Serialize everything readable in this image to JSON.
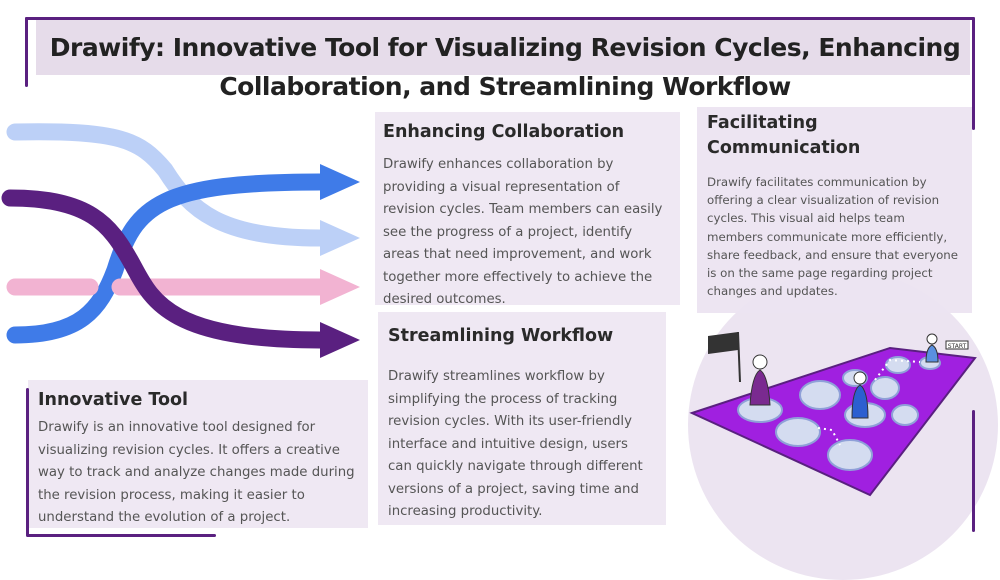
{
  "title": "Drawify: Innovative Tool for Visualizing Revision Cycles, Enhancing Collaboration, and Streamlining Workflow",
  "sections": {
    "collaboration": {
      "heading": "Enhancing Collaboration",
      "body": "Drawify enhances collaboration by providing a visual representation of revision cycles. Team members can easily see the progress of a project, identify areas that need improvement, and work together more effectively to achieve the desired outcomes."
    },
    "communication": {
      "heading": "Facilitating Communication",
      "body": "Drawify facilitates communication by offering a clear visualization of revision cycles. This visual aid helps team members communicate more efficiently, share feedback, and ensure that everyone is on the same page regarding project changes and updates."
    },
    "workflow": {
      "heading": "Streamlining Workflow",
      "body": "Drawify streamlines workflow by simplifying the process of tracking revision cycles. With its user-friendly interface and intuitive design, users can quickly navigate through different versions of a project, saving time and increasing productivity."
    },
    "innovative": {
      "heading": "Innovative Tool",
      "body": "Drawify is an innovative tool designed for visualizing revision cycles. It offers a creative way to track and analyze changes made during the revision process, making it easier to understand the evolution of a project."
    }
  },
  "illustration": {
    "sign_text": "START"
  },
  "colors": {
    "purple": "#5a2080",
    "blue": "#3f7be8",
    "light_blue": "#bcd0f7",
    "pink": "#f2b3d2",
    "board": "#a020e0",
    "panel": "#efe8f3"
  }
}
